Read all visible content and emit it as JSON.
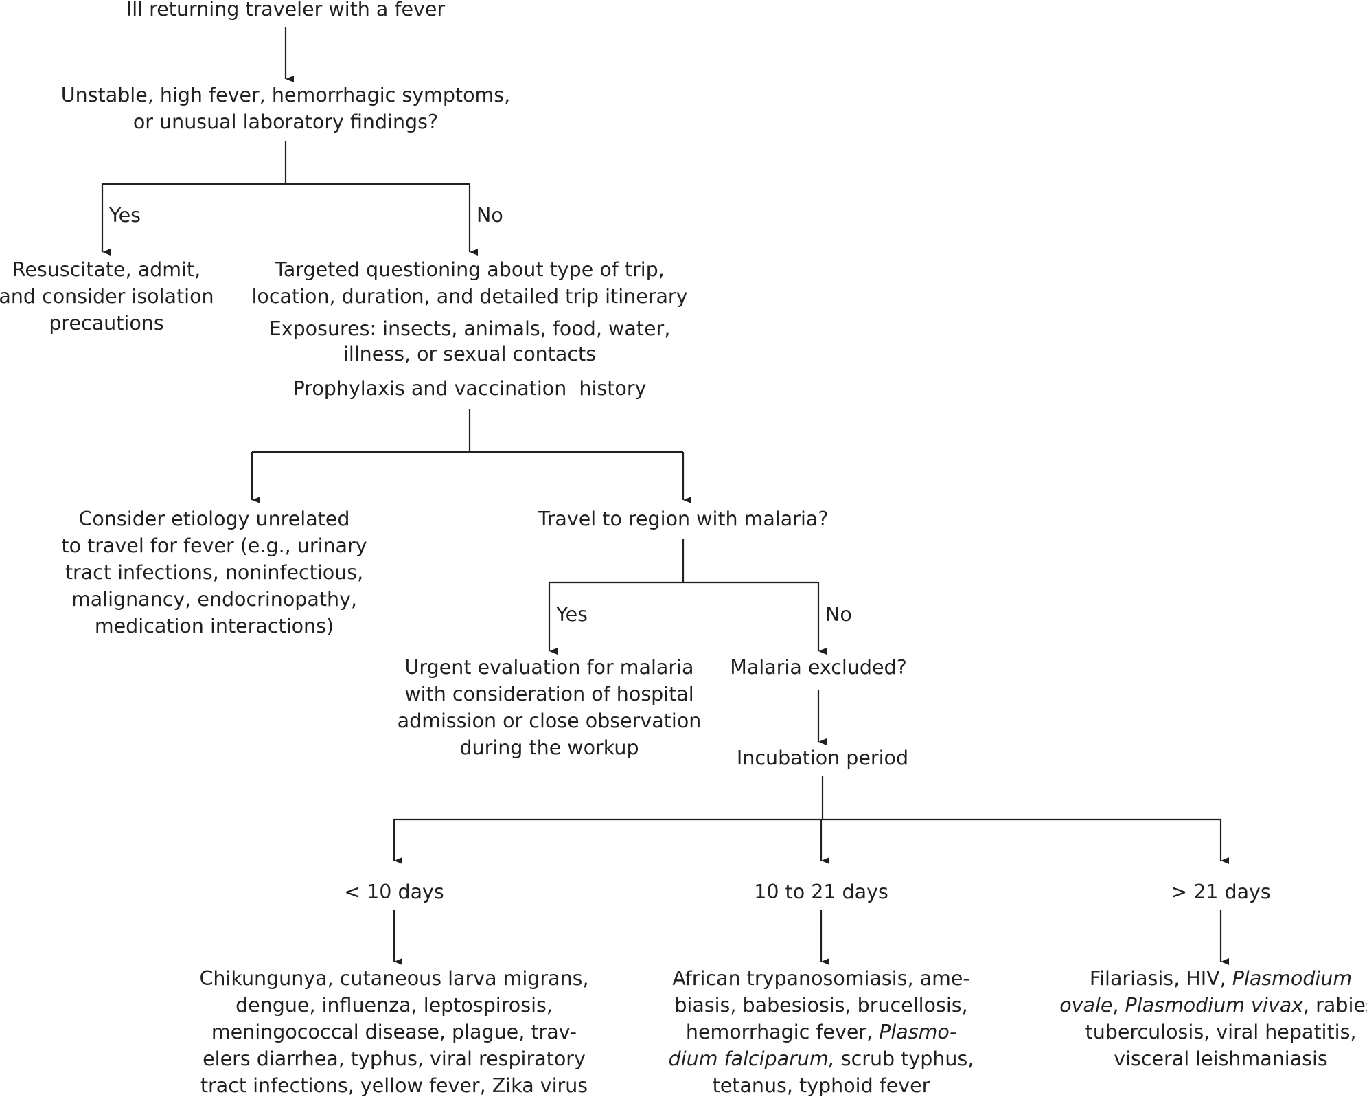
{
  "diagram": {
    "start": "Ill returning traveler with a fever",
    "q1": [
      "Unstable, high fever, hemorrhagic symptoms,",
      "or unusual laboratory findings?"
    ],
    "q1_yes_label": "Yes",
    "q1_no_label": "No",
    "resuscitate": [
      "Resuscitate, admit,",
      "and consider isolation",
      "precautions"
    ],
    "targeted": {
      "lines1": [
        "Targeted questioning about type of trip,",
        "location, duration, and detailed trip itinerary"
      ],
      "lines2": [
        "Exposures: insects, animals, food, water,",
        "illness, or sexual contacts"
      ],
      "lines3": [
        "Prophylaxis and vaccination  history"
      ]
    },
    "unrelated": [
      "Consider etiology unrelated",
      "to travel for fever (e.g., urinary",
      "tract infections, noninfectious,",
      "malignancy, endocrinopathy,",
      "medication interactions)"
    ],
    "malaria_q": "Travel to region with malaria?",
    "malaria_yes_label": "Yes",
    "malaria_no_label": "No",
    "urgent": [
      "Urgent evaluation for malaria",
      "with consideration of hospital",
      "admission or close observation",
      "during the workup"
    ],
    "malaria_excluded": "Malaria excluded?",
    "incubation": "Incubation period",
    "lt10": "< 10 days",
    "d10to21": "10 to 21 days",
    "gt21": "> 21 days",
    "lt10_list": [
      "Chikungunya, cutaneous larva migrans,",
      "dengue, influenza, leptospirosis,",
      "meningococcal disease, plague, trav-",
      "elers diarrhea, typhus, viral respiratory",
      "tract infections, yellow fever, Zika virus"
    ],
    "mid_list": {
      "line1": "African trypanosomiasis, ame-",
      "line2": "biasis, babesiosis, brucellosis,",
      "line3a": "hemorrhagic fever, ",
      "line3b": "Plasmo-",
      "line4a": "dium falciparum,",
      "line4b": " scrub typhus,",
      "line5": "tetanus, typhoid fever"
    },
    "gt21_list": {
      "line1a": "Filariasis, HIV, ",
      "line1b": "Plasmodium",
      "line2a": "ovale",
      "line2b": ", ",
      "line2c": "Plasmodium vivax",
      "line2d": ", rabies,",
      "line3": "tuberculosis, viral hepatitis,",
      "line4": "visceral leishmaniasis"
    },
    "colors": {
      "ink": "#231f20",
      "background": "#ffffff"
    }
  }
}
